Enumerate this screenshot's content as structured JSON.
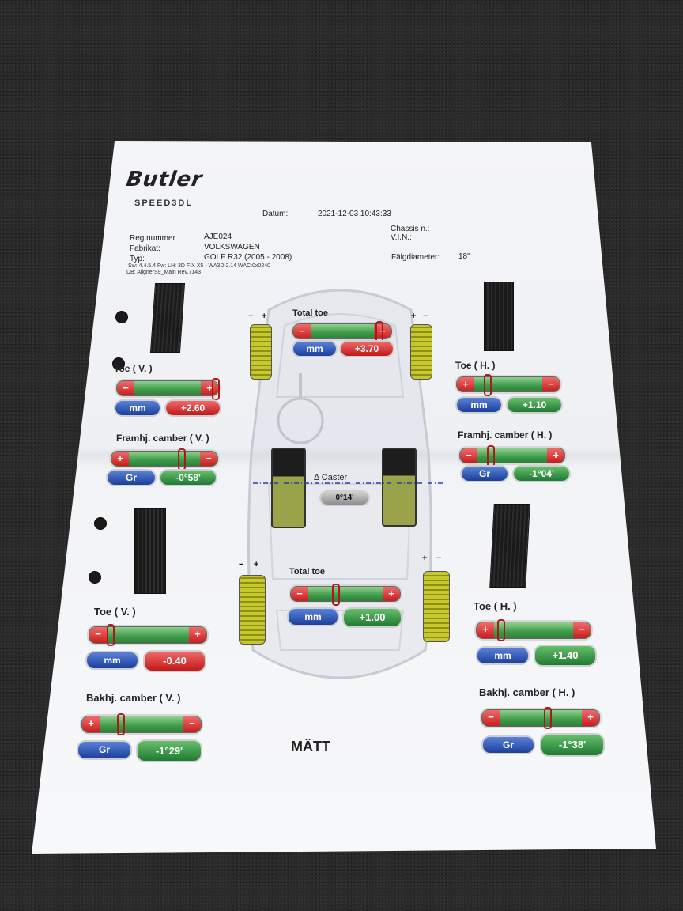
{
  "header": {
    "brand": "Butler",
    "model": "SPEED3DL",
    "datum_label": "Datum:",
    "datum_value": "2021-12-03  10:43:33",
    "chassis_label": "Chassis n.:",
    "vin_label": "V.I.N.:",
    "reg_label": "Reg.nummer",
    "reg_value": "AJE024",
    "make_label": "Fabrikat:",
    "make_value": "VOLKSWAGEN",
    "type_label": "Typ:",
    "type_value": "GOLF R32 (2005 - 2008)",
    "rim_label": "Fälgdiameter:",
    "rim_value": "18\"",
    "sw_line": "Sw: 4.4.5.4     Fw: LH: 3D FIX X5 - WA3D:2.14 WAC:0x0240",
    "db_line": "DB: AlignerS9_Main Rev.7143"
  },
  "front": {
    "total_toe_label": "Total toe",
    "total_toe_unit": "mm",
    "total_toe_value": "+3.70",
    "toe_left_label": "Toe ( V. )",
    "toe_left_unit": "mm",
    "toe_left_value": "+2.60",
    "toe_right_label": "Toe ( H. )",
    "toe_right_unit": "mm",
    "toe_right_value": "+1.10",
    "camber_left_label": "Framhj. camber ( V. )",
    "camber_left_unit": "Gr",
    "camber_left_value": "-0°58'",
    "camber_right_label": "Framhj. camber ( H. )",
    "camber_right_unit": "Gr",
    "camber_right_value": "-1°04'"
  },
  "caster": {
    "label": "Δ Caster",
    "value": "0°14'"
  },
  "rear": {
    "total_toe_label": "Total toe",
    "total_toe_unit": "mm",
    "total_toe_value": "+1.00",
    "toe_left_label": "Toe ( V. )",
    "toe_left_unit": "mm",
    "toe_left_value": "-0.40",
    "toe_right_label": "Toe ( H. )",
    "toe_right_unit": "mm",
    "toe_right_value": "+1.40",
    "camber_left_label": "Bakhj. camber ( V. )",
    "camber_left_unit": "Gr",
    "camber_left_value": "-1°29'",
    "camber_right_label": "Bakhj. camber ( H. )",
    "camber_right_unit": "Gr",
    "camber_right_value": "-1°38'"
  },
  "footer": {
    "title": "MÄTT"
  },
  "signs": {
    "plus": "+",
    "minus": "−"
  },
  "colors": {
    "out_of_tolerance": "#c81e1e",
    "in_tolerance": "#2f8a3e",
    "unit_badge": "#1b3f9c"
  }
}
